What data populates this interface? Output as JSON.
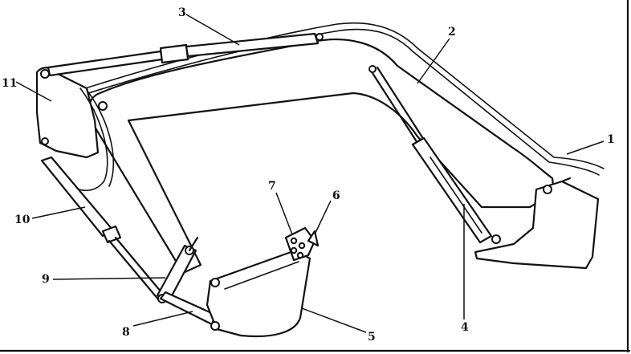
{
  "colors": {
    "ink": "#111111",
    "paper": "#ffffff"
  },
  "labels": {
    "l1": "1",
    "l2": "2",
    "l3": "3",
    "l4": "4",
    "l5": "5",
    "l6": "6",
    "l7": "7",
    "l8": "8",
    "l9": "9",
    "l10": "10",
    "l11": "11"
  }
}
